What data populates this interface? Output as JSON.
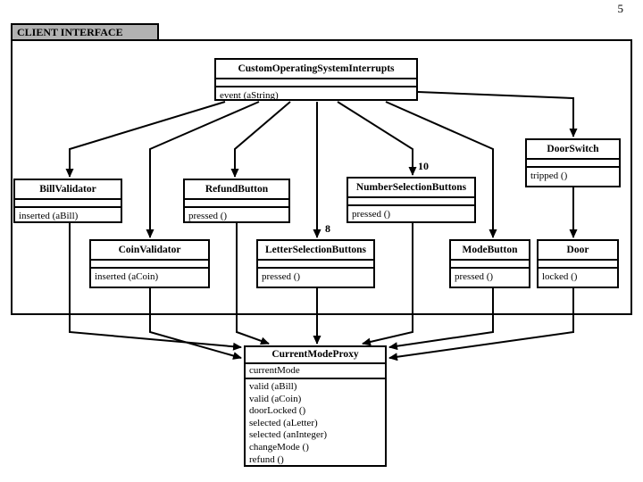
{
  "page": {
    "number": "5"
  },
  "frame": {
    "label": "CLIENT INTERFACE"
  },
  "colors": {
    "tab_fill": "#b2b2b2",
    "line": "#000000",
    "box_fill": "#ffffff"
  },
  "multiplicity_labels": {
    "number_selection": "10",
    "letter_selection": "8"
  },
  "boxes": {
    "interrupts": {
      "title": "CustomOperatingSystemInterrupts",
      "methods": [
        "event (aString)"
      ]
    },
    "door_switch": {
      "title": "DoorSwitch",
      "methods": [
        "tripped ()"
      ]
    },
    "bill_validator": {
      "title": "BillValidator",
      "methods": [
        "inserted (aBill)"
      ]
    },
    "refund_button": {
      "title": "RefundButton",
      "methods": [
        "pressed ()"
      ]
    },
    "number_selection_buttons": {
      "title": "NumberSelectionButtons",
      "methods": [
        "pressed ()"
      ]
    },
    "coin_validator": {
      "title": "CoinValidator",
      "methods": [
        "inserted (aCoin)"
      ]
    },
    "letter_selection_buttons": {
      "title": "LetterSelectionButtons",
      "methods": [
        "pressed ()"
      ]
    },
    "mode_button": {
      "title": "ModeButton",
      "methods": [
        "pressed ()"
      ]
    },
    "door": {
      "title": "Door",
      "methods": [
        "locked ()"
      ]
    },
    "current_mode_proxy": {
      "title": "CurrentModeProxy",
      "attributes": [
        "currentMode"
      ],
      "methods": [
        "valid (aBill)",
        "valid (aCoin)",
        "doorLocked ()",
        "selected (aLetter)",
        "selected (anInteger)",
        "changeMode ()",
        "refund ()"
      ]
    }
  }
}
